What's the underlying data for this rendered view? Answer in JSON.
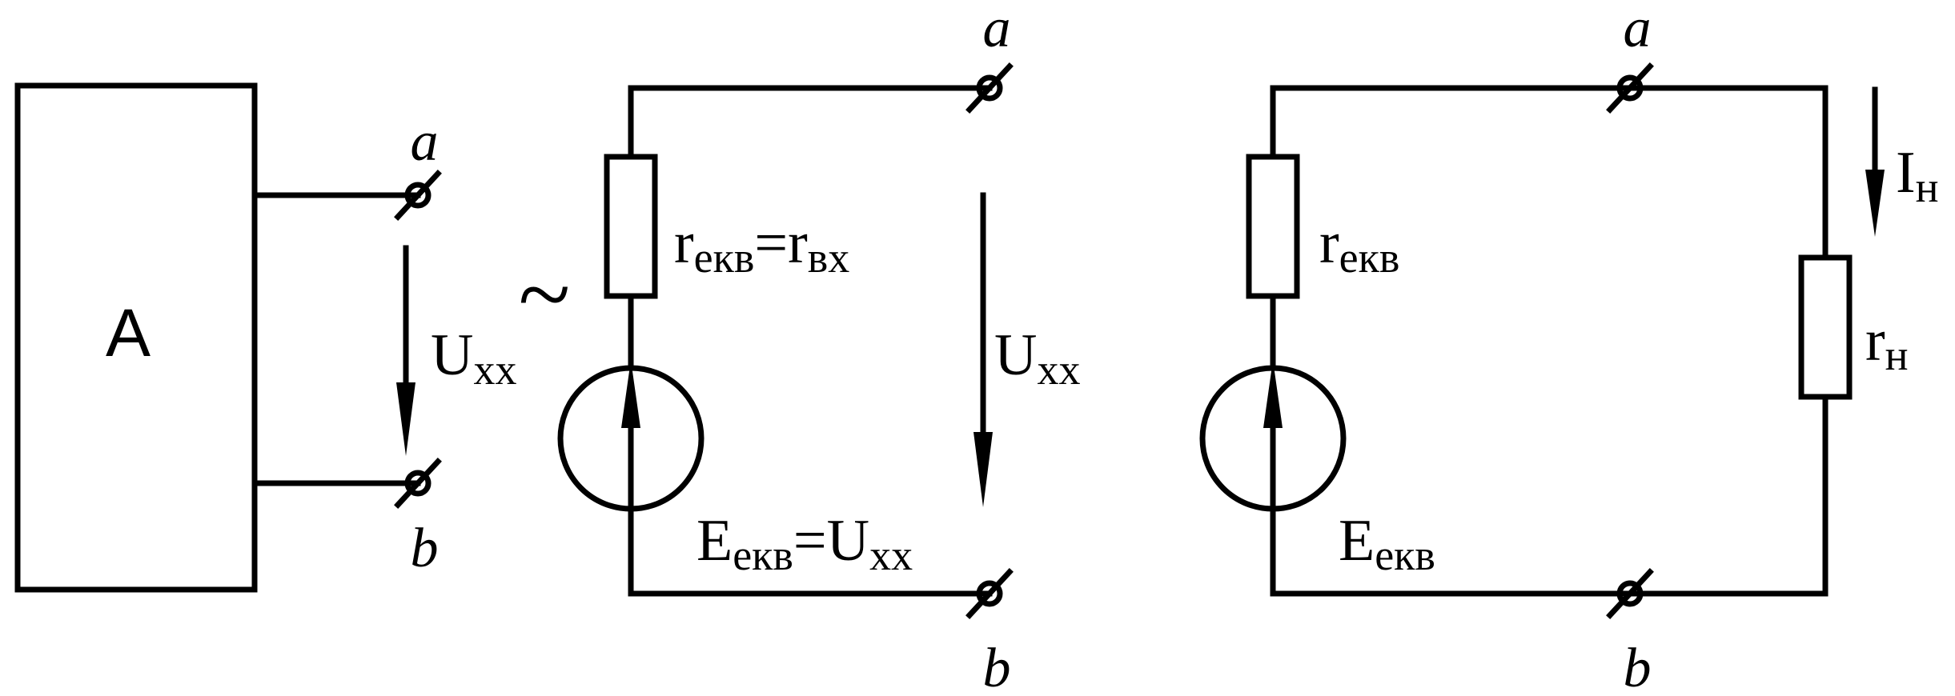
{
  "colors": {
    "line": "#000000",
    "background": "#ffffff"
  },
  "block_a": {
    "label": "A"
  },
  "terminals": {
    "a": "a",
    "b": "b"
  },
  "equivalence_symbol": "~",
  "circuit1": {
    "uxx_main": "U",
    "uxx_sub": "хх"
  },
  "circuit2": {
    "r_main": "r",
    "r_sub": "екв",
    "r_eq": "=r",
    "r_sub2": "вх",
    "e_main": "E",
    "e_sub": "екв",
    "e_eq": "=U",
    "e_sub2": "хх",
    "uxx_main": "U",
    "uxx_sub": "хх"
  },
  "circuit3": {
    "r_main": "r",
    "r_sub": "екв",
    "e_main": "E",
    "e_sub": "екв",
    "i_main": "I",
    "i_sub": "н",
    "rn_main": "r",
    "rn_sub": "н"
  }
}
